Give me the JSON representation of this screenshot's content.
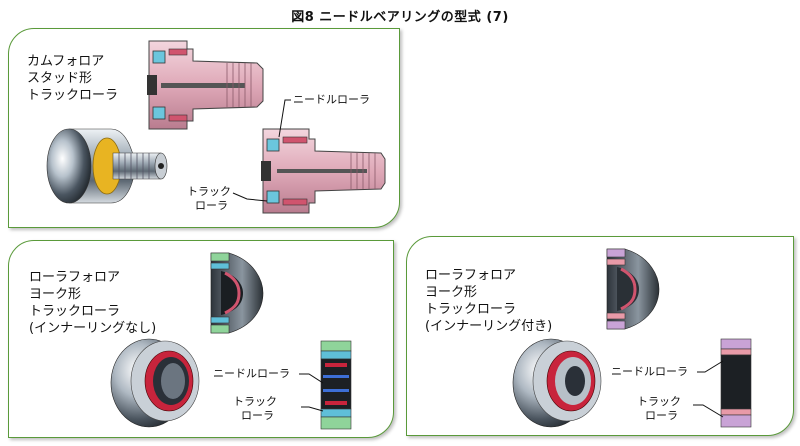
{
  "figure": {
    "title": "図8 ニードルベアリングの型式 (7)"
  },
  "panels": [
    {
      "id": "cam-follower",
      "title_lines": [
        "カムフォロア",
        "スタッド形",
        "トラックローラ"
      ],
      "labels": {
        "needle_roller": "ニードルローラ",
        "track_roller_1": "トラック",
        "track_roller_2": "ローラ"
      }
    },
    {
      "id": "roller-follower-no-inner",
      "title_lines": [
        "ローラフォロア",
        "ヨーク形",
        "トラックローラ",
        "(インナーリングなし)"
      ],
      "labels": {
        "needle_roller": "ニードルローラ",
        "track_roller_1": "トラック",
        "track_roller_2": "ローラ"
      }
    },
    {
      "id": "roller-follower-with-inner",
      "title_lines": [
        "ローラフォロア",
        "ヨーク形",
        "トラックローラ",
        "(インナーリング付き)"
      ],
      "labels": {
        "needle_roller": "ニードルローラ",
        "track_roller_1": "トラック",
        "track_roller_2": "ローラ"
      }
    }
  ],
  "colors": {
    "border": "#5a9a3a",
    "steel_dark": "#3a3f47",
    "steel_light": "#e8ecf0",
    "section_pink": "#e3a8c0",
    "needle_blue": "#5fbfd8",
    "seal_green": "#8fd49a",
    "ring_red": "#c8243c",
    "inner_lilac": "#c9a3d6",
    "gold": "#e8b422"
  }
}
